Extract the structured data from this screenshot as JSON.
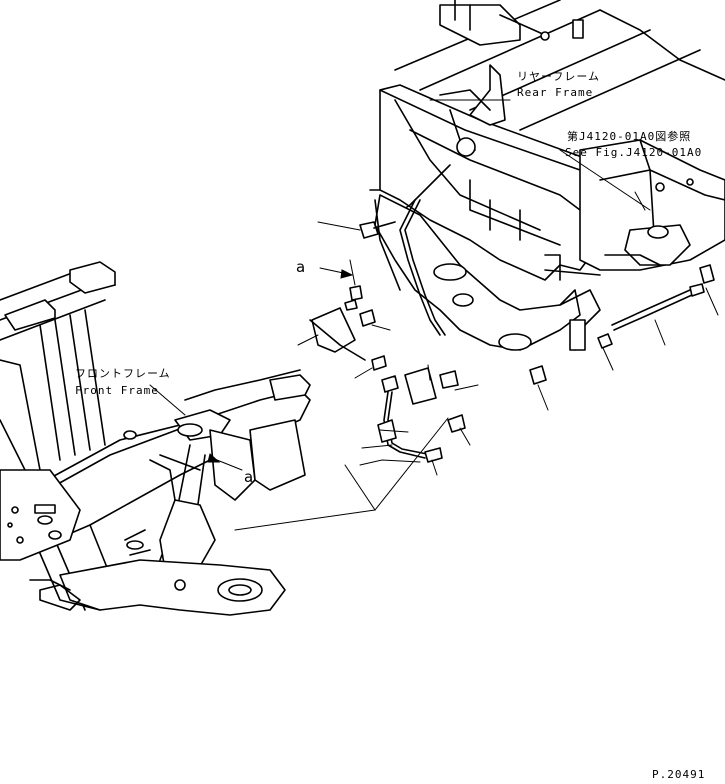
{
  "labels": {
    "rear_frame_jp": "リヤーフレーム",
    "rear_frame_en": "Rear Frame",
    "ref_jp": "第J4120-01A0図参照",
    "ref_en": "See Fig.J4120-01A0",
    "front_frame_jp": "フロントフレーム",
    "front_frame_en": "Front Frame",
    "callout_a_upper": "a",
    "callout_a_lower": "a",
    "page_id": "P.20491"
  }
}
